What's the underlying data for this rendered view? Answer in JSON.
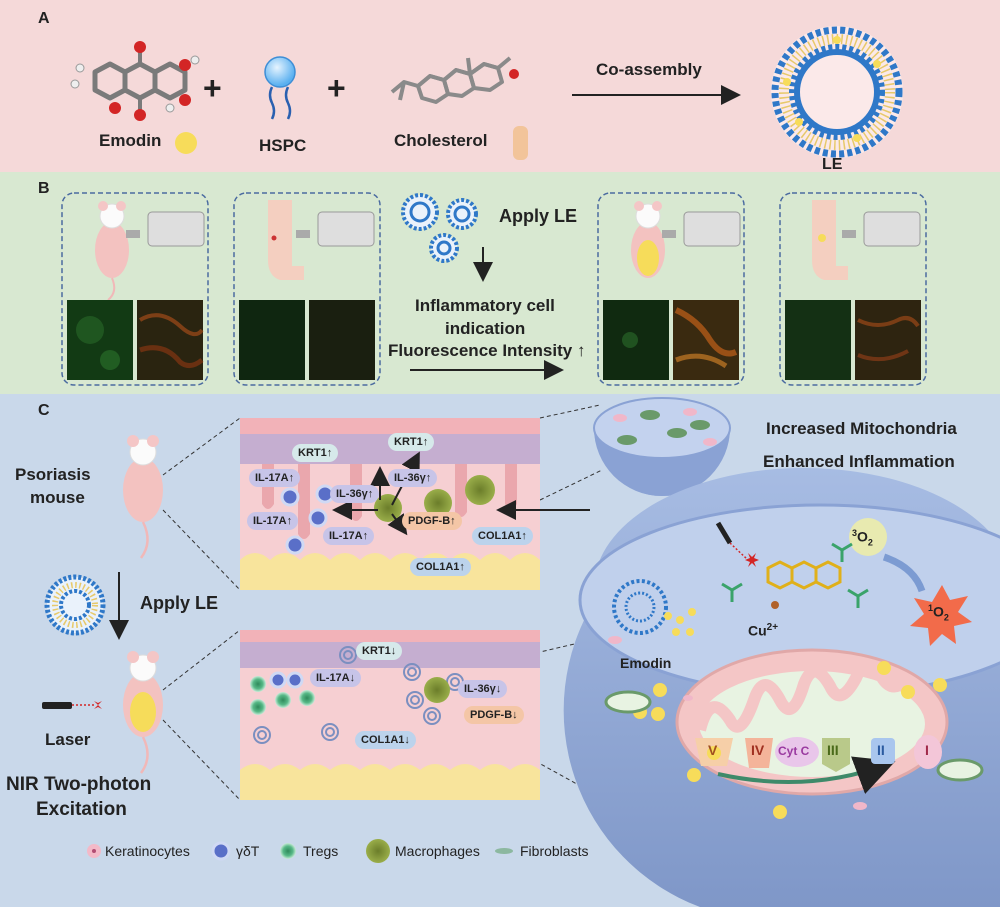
{
  "panel_a": {
    "label": "A",
    "emodin": "Emodin",
    "hspc": "HSPC",
    "cholesterol": "Cholesterol",
    "plus": "+",
    "arrow_label": "Co-assembly",
    "product": "LE"
  },
  "panel_b": {
    "label": "B",
    "apply": "Apply LE",
    "line1": "Inflammatory cell",
    "line2": "indication",
    "line3": "Fluorescence Intensity ↑"
  },
  "panel_c": {
    "label": "C",
    "psoriasis_line1": "Psoriasis",
    "psoriasis_line2": "mouse",
    "apply": "Apply LE",
    "laser": "Laser",
    "nir_line1": "NIR Two-photon",
    "nir_line2": "Excitation",
    "increased": "Increased Mitochondria",
    "enhanced": "Enhanced Inflammation",
    "top_markers": {
      "krt1_a": "KRT1↑",
      "krt1_b": "KRT1↑",
      "il17a_1": "IL-17A↑",
      "il17a_2": "IL-17A↑",
      "il17a_3": "IL-17A↑",
      "il36_1": "IL-36γ↑",
      "il36_2": "IL-36γ↑",
      "pdgfb": "PDGF-B↑",
      "col1a1_1": "COL1A1↑",
      "col1a1_2": "COL1A1↑"
    },
    "bottom_markers": {
      "krt1": "KRT1↓",
      "il17a": "IL-17A↓",
      "il36": "IL-36γ↓",
      "pdgfb": "PDGF-B↓",
      "col1a1": "COL1A1↓"
    },
    "cell": {
      "emodin": "Emodin",
      "cu_base": "Cu",
      "cu_sup": "2+",
      "o2_pre": "3",
      "o2_base": "O",
      "o2_sub": "2",
      "so_pre": "1",
      "so_base": "O",
      "so_sub": "2",
      "complexes": [
        "V",
        "IV",
        "Cyt C",
        "III",
        "II",
        "I"
      ]
    }
  },
  "legend": {
    "items": [
      "Keratinocytes",
      "γδT",
      "Tregs",
      "Macrophages",
      "Fibroblasts"
    ]
  },
  "colors": {
    "panel_a_bg": "#f5d9d9",
    "panel_b_bg": "#d8e8d1",
    "panel_c_bg": "#c9d8ea",
    "skin_pink": "#f6cfd2",
    "cell_blue": "#8fa8d6",
    "mito_pink": "#f4c6c6",
    "emodin_yellow": "#f7dc5a",
    "liposome_blue": "#2f78c8"
  }
}
